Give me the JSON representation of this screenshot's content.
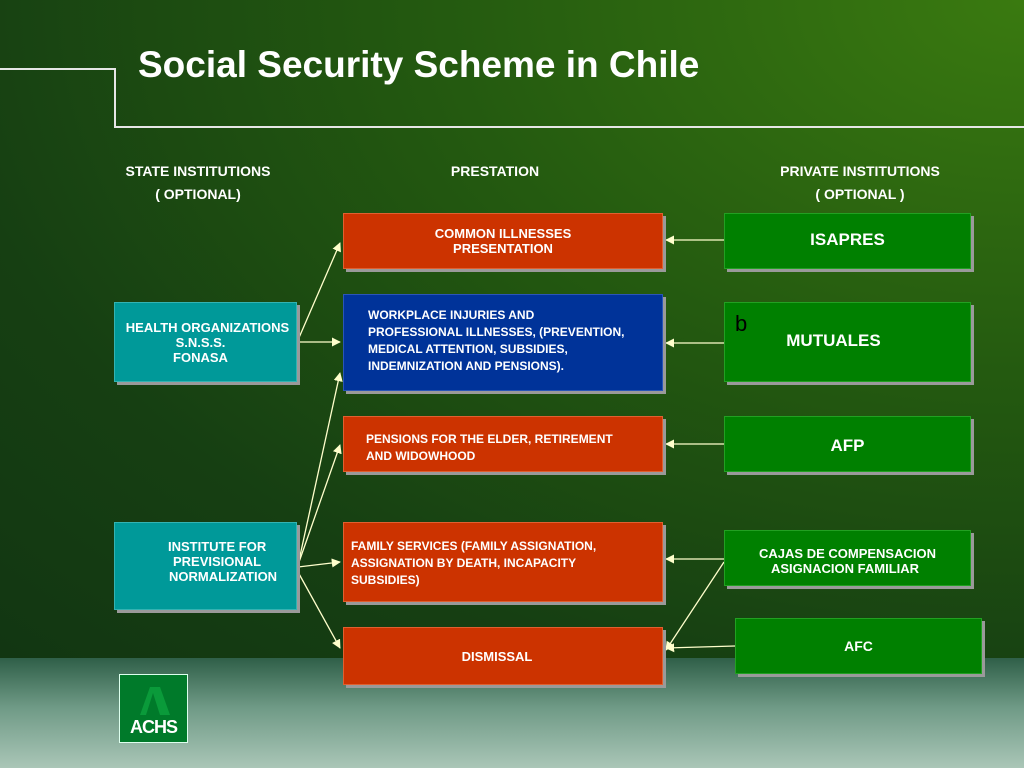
{
  "title": "Social Security Scheme in Chile",
  "headers": {
    "state": [
      "STATE INSTITUTIONS",
      "( OPTIONAL)"
    ],
    "prestation": "PRESTATION",
    "private": [
      "PRIVATE INSTITUTIONS",
      "( OPTIONAL )"
    ]
  },
  "state_boxes": [
    {
      "lines": [
        "HEALTH ORGANIZATIONS",
        "S.N.S.S.",
        "FONASA"
      ]
    },
    {
      "lines": [
        "INSTITUTE FOR",
        "PREVISIONAL",
        "NORMALIZATION"
      ]
    }
  ],
  "prestation_boxes": [
    {
      "lines": [
        "COMMON ILLNESSES",
        "PRESENTATION"
      ]
    },
    {
      "lines": [
        "WORKPLACE INJURIES AND",
        "PROFESSIONAL ILLNESSES, (PREVENTION,",
        "MEDICAL ATTENTION, SUBSIDIES,",
        "INDEMNIZATION AND PENSIONS)."
      ]
    },
    {
      "lines": [
        "PENSIONS FOR THE ELDER, RETIREMENT",
        "AND WIDOWHOOD"
      ]
    },
    {
      "lines": [
        "FAMILY SERVICES (FAMILY ASSIGNATION,",
        "ASSIGNATION BY DEATH, INCAPACITY",
        "SUBSIDIES)"
      ]
    },
    {
      "lines": [
        "DISMISSAL"
      ]
    }
  ],
  "private_boxes": [
    {
      "lines": [
        "ISAPRES"
      ]
    },
    {
      "lines": [
        "MUTUALES"
      ]
    },
    {
      "lines": [
        "AFP"
      ]
    },
    {
      "lines": [
        "CAJAS DE COMPENSACION",
        "ASIGNACION FAMILIAR"
      ]
    },
    {
      "lines": [
        "AFC"
      ]
    }
  ],
  "stray_mark": "b",
  "logo_text": "ACHS",
  "colors": {
    "prestation_red": "#cc3300",
    "prestation_blue": "#003399",
    "state_teal": "#009999",
    "private_green": "#008000",
    "connector": "#ffffcc"
  }
}
